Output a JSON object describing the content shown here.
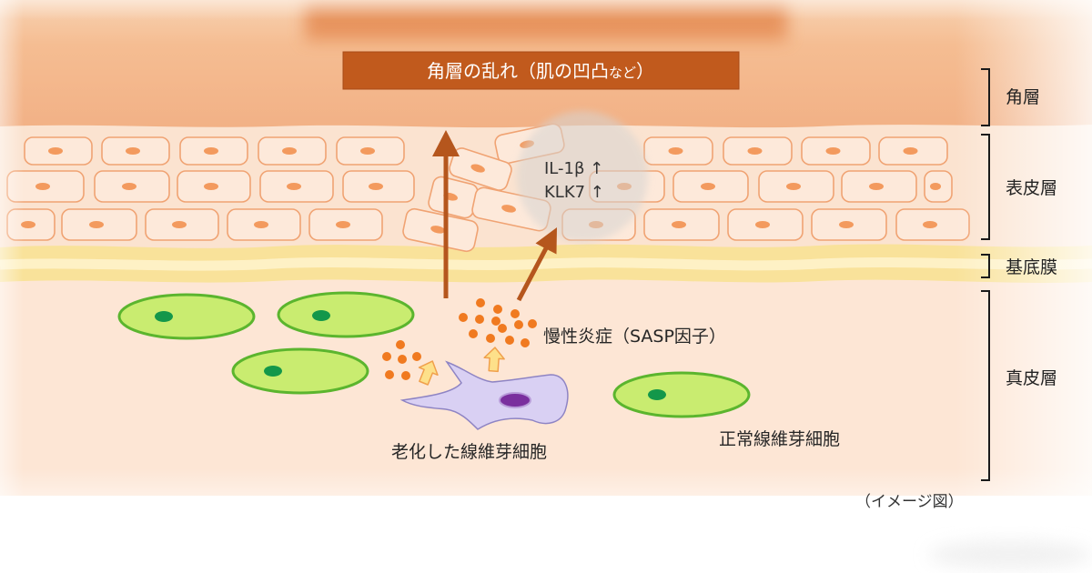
{
  "title": {
    "main": "角層の乱れ（肌の凹凸",
    "small": "など",
    "close": "）"
  },
  "markers": [
    "IL-1β ↑",
    "KLK7 ↑"
  ],
  "labels": {
    "sasp": "慢性炎症（SASP因子）",
    "aged_fibroblast": "老化した線維芽細胞",
    "normal_fibroblast": "正常線維芽細胞"
  },
  "layers": [
    "角層",
    "表皮層",
    "基底膜",
    "真皮層"
  ],
  "note": "（イメージ図）",
  "colors": {
    "title_box": "#c15a1d",
    "title_text": "#ffffff",
    "arrow": "#b5561d",
    "cell_nucleus": "#f39a5e",
    "normal_fibroblast": "#c9ec70",
    "aged_fibroblast": "#d9d0f3",
    "sasp_particle": "#f07a20",
    "basement_membrane": "#f9e29a"
  }
}
